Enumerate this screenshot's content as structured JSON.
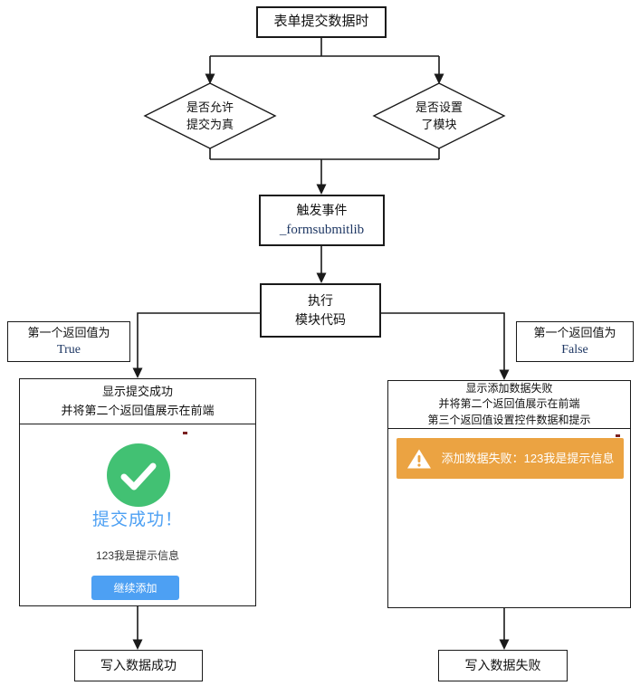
{
  "colors": {
    "line": "#1a1a1a",
    "code_blue": "#1F3864",
    "success_green": "#42C173",
    "primary_blue": "#4DA0F3",
    "warning_orange": "#EBA342",
    "message_gray": "#333333",
    "artifact_red": "#7a2020"
  },
  "nodes": {
    "start": {
      "label": "表单提交数据时"
    },
    "decision_allow": {
      "line1": "是否允许",
      "line2": "提交为真"
    },
    "decision_module": {
      "line1": "是否设置",
      "line2": "了模块"
    },
    "trigger": {
      "line1": "触发事件",
      "line2": "_formsubmitlib"
    },
    "execute": {
      "line1": "执行",
      "line2": "模块代码"
    },
    "branch_true": {
      "line1": "第一个返回值为",
      "line2": "True"
    },
    "branch_false": {
      "line1": "第一个返回值为",
      "line2": "False"
    },
    "success_panel": {
      "header_line1": "显示提交成功",
      "header_line2": "并将第二个返回值展示在前端",
      "title": "提交成功！",
      "message": "123我是提示信息",
      "button": "继续添加"
    },
    "failure_panel": {
      "header_line1": "显示添加数据失败",
      "header_line2": "并将第二个返回值展示在前端",
      "header_line3": "第三个返回值设置控件数据和提示",
      "alert_text": "添加数据失败：123我是提示信息"
    },
    "end_success": {
      "label": "写入数据成功"
    },
    "end_failure": {
      "label": "写入数据失败"
    }
  }
}
